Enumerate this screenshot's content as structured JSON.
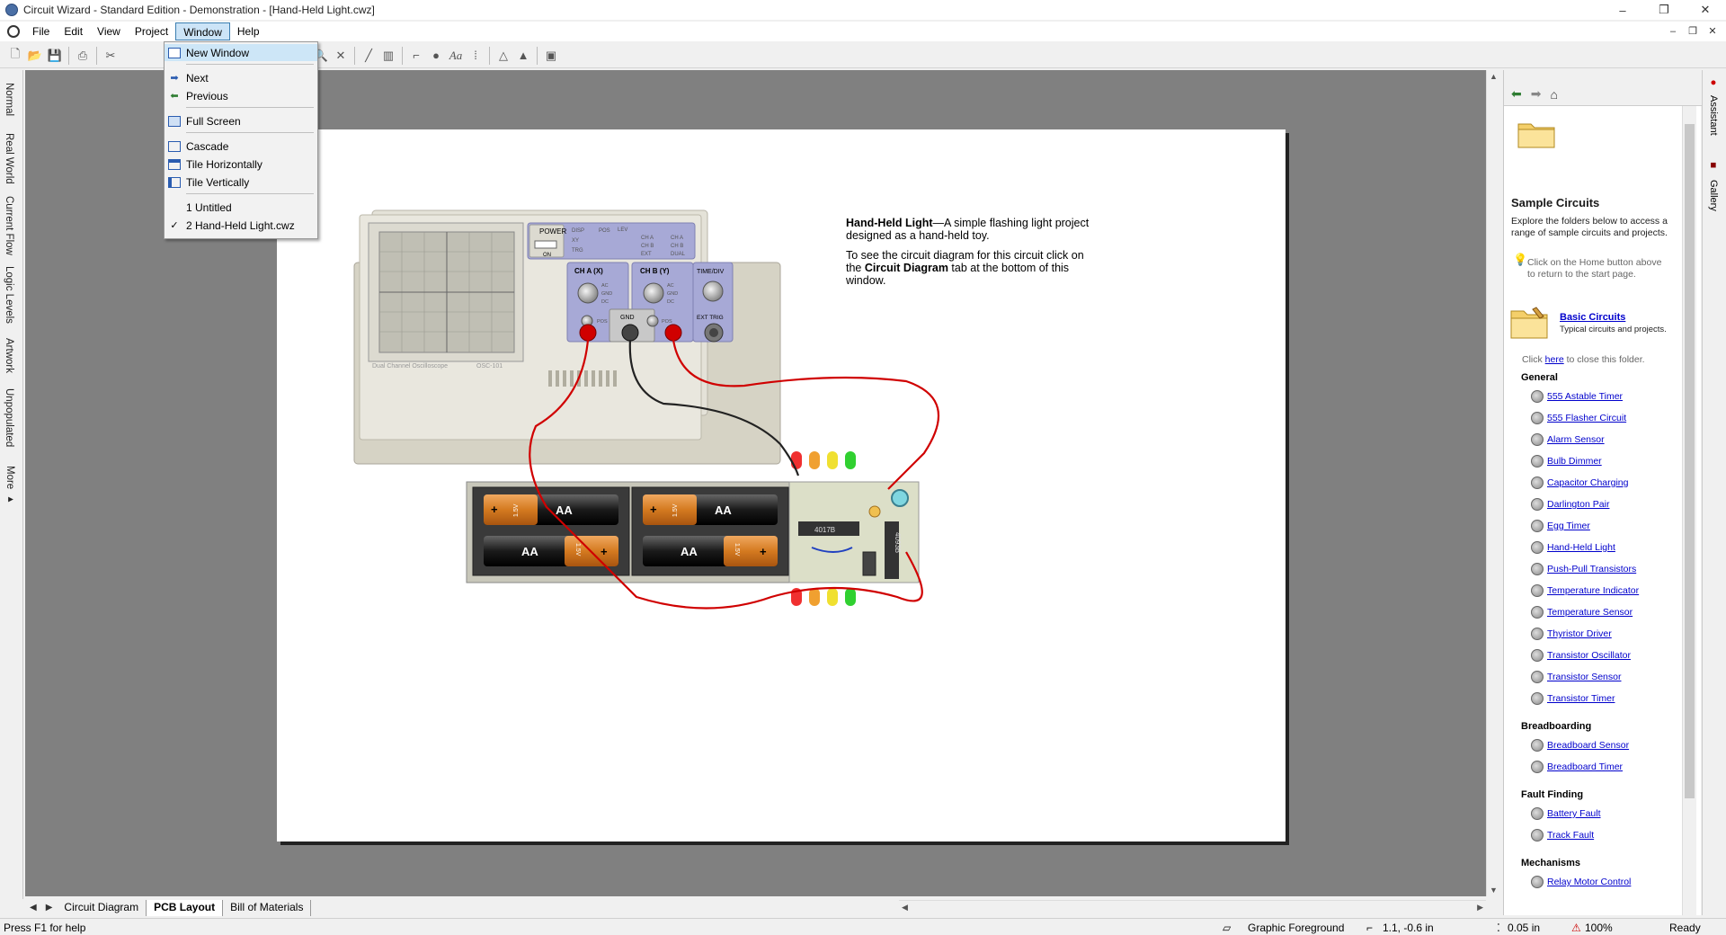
{
  "window": {
    "title": "Circuit Wizard - Standard Edition - Demonstration - [Hand-Held Light.cwz]",
    "controls": [
      "–",
      "❐",
      "✕"
    ],
    "mdi_controls": [
      "–",
      "❐",
      "✕"
    ]
  },
  "menubar": {
    "items": [
      "File",
      "Edit",
      "View",
      "Project",
      "Window",
      "Help"
    ],
    "active": "Window"
  },
  "window_menu": {
    "items": [
      {
        "label": "New Window",
        "icon": "new-window-icon"
      },
      {
        "label": "Next",
        "icon": "next-arrow-icon"
      },
      {
        "label": "Previous",
        "icon": "previous-arrow-icon"
      },
      {
        "label": "Full Screen",
        "icon": "full-screen-icon"
      },
      {
        "label": "Cascade",
        "icon": "cascade-icon"
      },
      {
        "label": "Tile Horizontally",
        "icon": "tile-horizontal-icon"
      },
      {
        "label": "Tile Vertically",
        "icon": "tile-vertical-icon"
      },
      {
        "label": "1 Untitled",
        "icon": ""
      },
      {
        "label": "2 Hand-Held Light.cwz",
        "icon": "checkmark-icon",
        "checked": true
      }
    ]
  },
  "left_tabs": [
    "Normal",
    "Real World",
    "Current Flow",
    "Logic Levels",
    "Artwork",
    "Unpopulated",
    "More ▸"
  ],
  "bottom_tabs": [
    "Circuit Diagram",
    "PCB Layout",
    "Bill of Materials"
  ],
  "active_bottom_tab": "PCB Layout",
  "description": {
    "title": "Hand-Held Light",
    "line1": "—A simple flashing light project designed as a hand-held toy.",
    "line2a": "To see the circuit diagram for this circuit click on the ",
    "line2b": "Circuit Diagram",
    "line2c": " tab at the bottom of this window."
  },
  "oscilloscope": {
    "power": "POWER",
    "on": "ON",
    "disp": "DISP",
    "xy": "XY",
    "trg": "TRG",
    "pos": "POS",
    "lev": "LEV",
    "cha_small": "CH A",
    "chb_small": "CH B",
    "ext": "EXT",
    "dual": "DUAL",
    "cha": "CH A (X)",
    "chb": "CH B (Y)",
    "timediv": "TIME/DIV",
    "ac": "AC",
    "gnd": "GND",
    "dc": "DC",
    "gnd_terminal": "GND",
    "ext_trig": "EXT TRIG",
    "model_label": "Dual Channel Oscilloscope",
    "model": "OSC-101"
  },
  "pcb": {
    "battery_voltage": "1.5V",
    "battery_size": "AA",
    "ic1": "4017B",
    "ic2": "4093B"
  },
  "statusbar": {
    "help": "Press F1 for help",
    "layer": "Graphic Foreground",
    "coords": "1.1, -0.6 in",
    "grid": "0.05 in",
    "zoom": "100%",
    "status": "Ready"
  },
  "assistant": {
    "section_title": "Sample Circuits",
    "intro": "Explore the folders below to access a range of sample circuits and projects.",
    "home_tip": "Click on the Home button above to return to the start page.",
    "folder_title": "Basic Circuits",
    "folder_sub": "Typical circuits and projects.",
    "close_pre": "Click ",
    "close_link": "here",
    "close_post": " to close this folder.",
    "categories": [
      {
        "name": "General",
        "items": [
          "555 Astable Timer",
          "555 Flasher Circuit",
          "Alarm Sensor",
          "Bulb Dimmer",
          "Capacitor Charging",
          "Darlington Pair",
          "Egg Timer",
          "Hand-Held Light",
          "Push-Pull Transistors",
          "Temperature Indicator",
          "Temperature Sensor",
          "Thyristor Driver",
          "Transistor Oscillator",
          "Transistor Sensor",
          "Transistor Timer"
        ]
      },
      {
        "name": "Breadboarding",
        "items": [
          "Breadboard Sensor",
          "Breadboard Timer"
        ]
      },
      {
        "name": "Fault Finding",
        "items": [
          "Battery Fault",
          "Track Fault"
        ]
      },
      {
        "name": "Mechanisms",
        "items": [
          "Relay Motor Control"
        ]
      }
    ],
    "side_tabs": [
      "Assistant",
      "Gallery"
    ]
  },
  "colors": {
    "workspace": "#808080",
    "wire_red": "#d00000",
    "wire_black": "#222222",
    "scope_body": "#dedbd0",
    "scope_panel": "#a7a9d6",
    "pcb_green": "#d9dcc6",
    "link": "#0000cc"
  }
}
